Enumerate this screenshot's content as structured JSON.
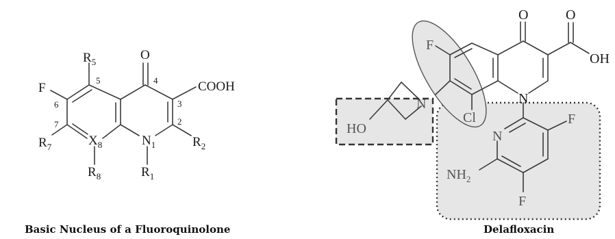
{
  "captions": {
    "left": "Basic Nucleus of a Fluoroquinolone",
    "right": "Delafloxacin"
  },
  "nucleus": {
    "atoms": {
      "R5": {
        "main": "R",
        "sub": "5"
      },
      "O": "O",
      "F": "F",
      "COOH": "COOH",
      "R7": {
        "main": "R",
        "sub": "7"
      },
      "X8": {
        "main": "X",
        "sub": "8"
      },
      "N1": {
        "main": "N",
        "sub": "1"
      },
      "R2": {
        "main": "R",
        "sub": "2"
      },
      "R8": {
        "main": "R",
        "sub": "8"
      },
      "R1": {
        "main": "R",
        "sub": "1"
      }
    },
    "position_numbers": [
      "2",
      "3",
      "4",
      "5",
      "6",
      "7"
    ]
  },
  "delafloxacin": {
    "atoms": {
      "O_keto": "O",
      "O_acid": "O",
      "OH_acid": "OH",
      "F_ring": "F",
      "N_quinolone": "N",
      "N_azetidine": "N",
      "Cl": "Cl",
      "HO": "HO",
      "N_pyridine": "N",
      "F_pyridine_top": "F",
      "F_pyridine_bottom": "F",
      "NH2": {
        "main": "NH",
        "sub": "2"
      }
    }
  },
  "colors": {
    "highlight_fill": "#e6e6e6",
    "outline": "#333333",
    "faded_atom": "#555555"
  }
}
